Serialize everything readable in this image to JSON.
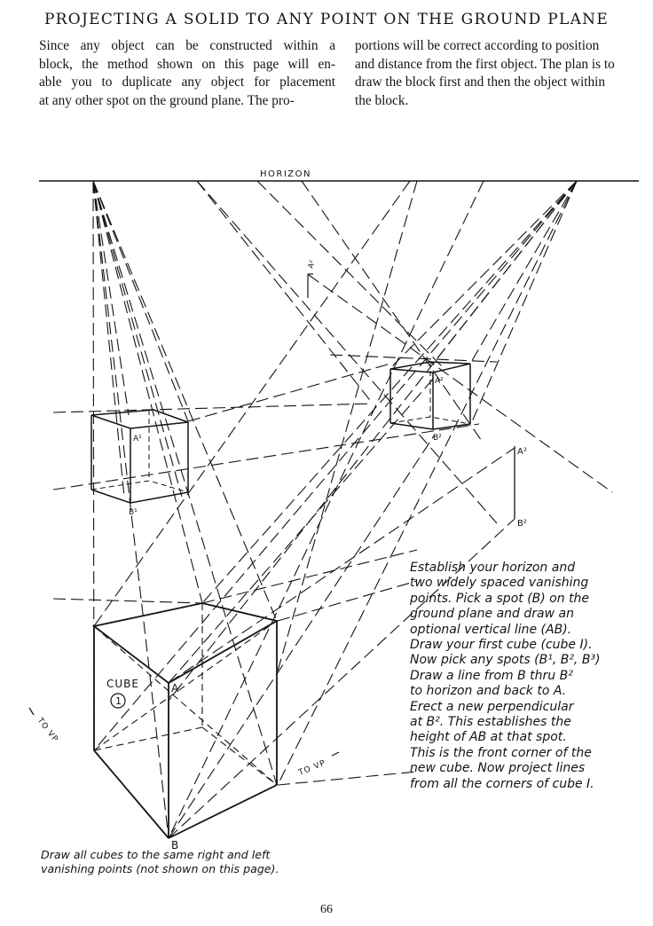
{
  "page": {
    "title": "PROJECTING A SOLID TO ANY POINT ON THE GROUND PLANE",
    "intro_left": [
      "Since any object can be constructed within a",
      "block, the method shown on this page will en-",
      "able you to duplicate any object for placement",
      "at any other spot on the ground plane. The pro-"
    ],
    "intro_right": [
      "portions will be correct according to position",
      "and distance from the first object. The plan is to",
      "draw the block first and then the object within",
      "the block."
    ],
    "page_number": "66"
  },
  "diagram": {
    "horizon_label": "HORIZON",
    "cube_label": "CUBE",
    "cube_number": "1",
    "point_a": "A",
    "point_b": "B",
    "a2": "A²",
    "b2": "B²",
    "a1": "A¹",
    "b1": "B¹",
    "to_vp_left": "TO VP",
    "to_vp_right": "TO VP"
  },
  "instructions": [
    "Establish your horizon and",
    "two widely spaced vanishing",
    "points.  Pick a spot (B) on the",
    "ground plane and draw an",
    "optional vertical line (AB).",
    "Draw your first cube (cube I).",
    "Now pick any spots (B¹, B², B³)",
    "Draw a line from B thru  B²",
    "to horizon and back to A.",
    "Erect a new perpendicular",
    "at B².  This establishes the",
    "height of AB  at that spot.",
    "This is the front corner of the",
    "new cube.  Now project  lines",
    "from all the corners of cube I."
  ],
  "caption": [
    "Draw all cubes to the same right and left",
    "vanishing points (not shown on this page)."
  ]
}
